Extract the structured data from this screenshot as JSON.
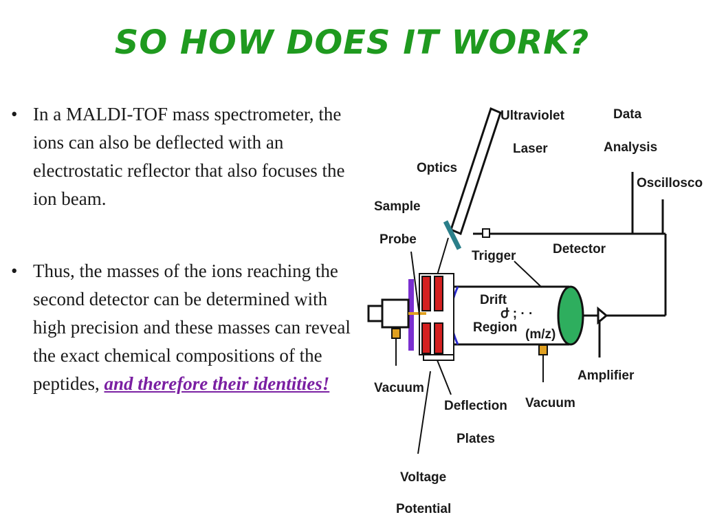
{
  "slide": {
    "title": "SO HOW DOES IT WORK?",
    "title_color": "#1f9a1f",
    "bullets": [
      {
        "text": "In a MALDI-TOF mass spectrometer, the ions can also be deflected with an electrostatic reflector that also focuses the ion beam."
      },
      {
        "text": "Thus, the masses of the ions reaching the second detector can be determined with high precision and these masses can reveal the exact chemical compositions of the peptides, ",
        "emphasis": "and therefore their identities!",
        "emphasis_color": "#7a1fa2"
      }
    ]
  },
  "diagram": {
    "labels": {
      "uv_laser_line1": "Ultraviolet",
      "uv_laser_line2": "Laser",
      "data_line1": "Data",
      "data_line2": "Analysis",
      "oscilloscope": "Oscilloscope",
      "optics": "Optics",
      "sample_line1": "Sample",
      "sample_line2": "Probe",
      "trigger": "Trigger",
      "detector": "Detector",
      "drift_line1": "Drift",
      "drift_line2": "Region",
      "mz": "(m/z)",
      "vacuum_left": "Vacuum",
      "vacuum_right": "Vacuum",
      "amplifier": "Amplifier",
      "deflection_line1": "Deflection",
      "deflection_line2": "Plates",
      "voltage_line1": "Voltage",
      "voltage_line2": "Potential"
    },
    "colors": {
      "detector": "#2eae5e",
      "plates": "#d42020",
      "probe_plate": "#7a2fd0",
      "vacuum_valve": "#e0a020"
    }
  }
}
